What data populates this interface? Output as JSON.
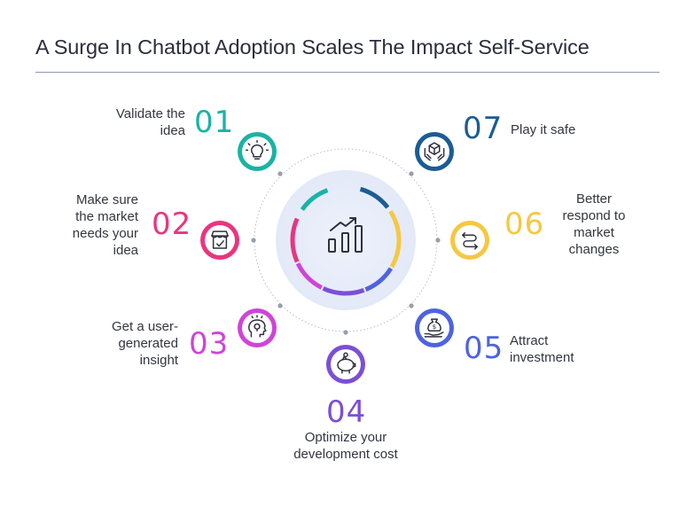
{
  "title": "A Surge In Chatbot Adoption Scales The Impact Self-Service",
  "center_icon": "bar-chart-trend-icon",
  "steps": [
    {
      "num": "01",
      "text": [
        "Validate the",
        "idea"
      ],
      "color": "#1ab3a5",
      "icon": "lightbulb-icon"
    },
    {
      "num": "02",
      "text": [
        "Make sure",
        "the market",
        "needs your",
        "idea"
      ],
      "color": "#e8367e",
      "icon": "storefront-icon"
    },
    {
      "num": "03",
      "text": [
        "Get a user-",
        "generated",
        "insight"
      ],
      "color": "#cf44d8",
      "icon": "head-idea-icon"
    },
    {
      "num": "04",
      "text": [
        "Optimize your",
        "development cost"
      ],
      "color": "#7b4fd6",
      "icon": "piggy-bank-icon"
    },
    {
      "num": "05",
      "text": [
        "Attract",
        "investment"
      ],
      "color": "#4d63e0",
      "icon": "money-bag-hand-icon"
    },
    {
      "num": "06",
      "text": [
        "Better",
        "respond to",
        "market",
        "changes"
      ],
      "color": "#f5c842",
      "icon": "route-arrows-icon"
    },
    {
      "num": "07",
      "text": [
        "Play it safe"
      ],
      "color": "#1b5c94",
      "icon": "hands-cube-icon"
    }
  ]
}
